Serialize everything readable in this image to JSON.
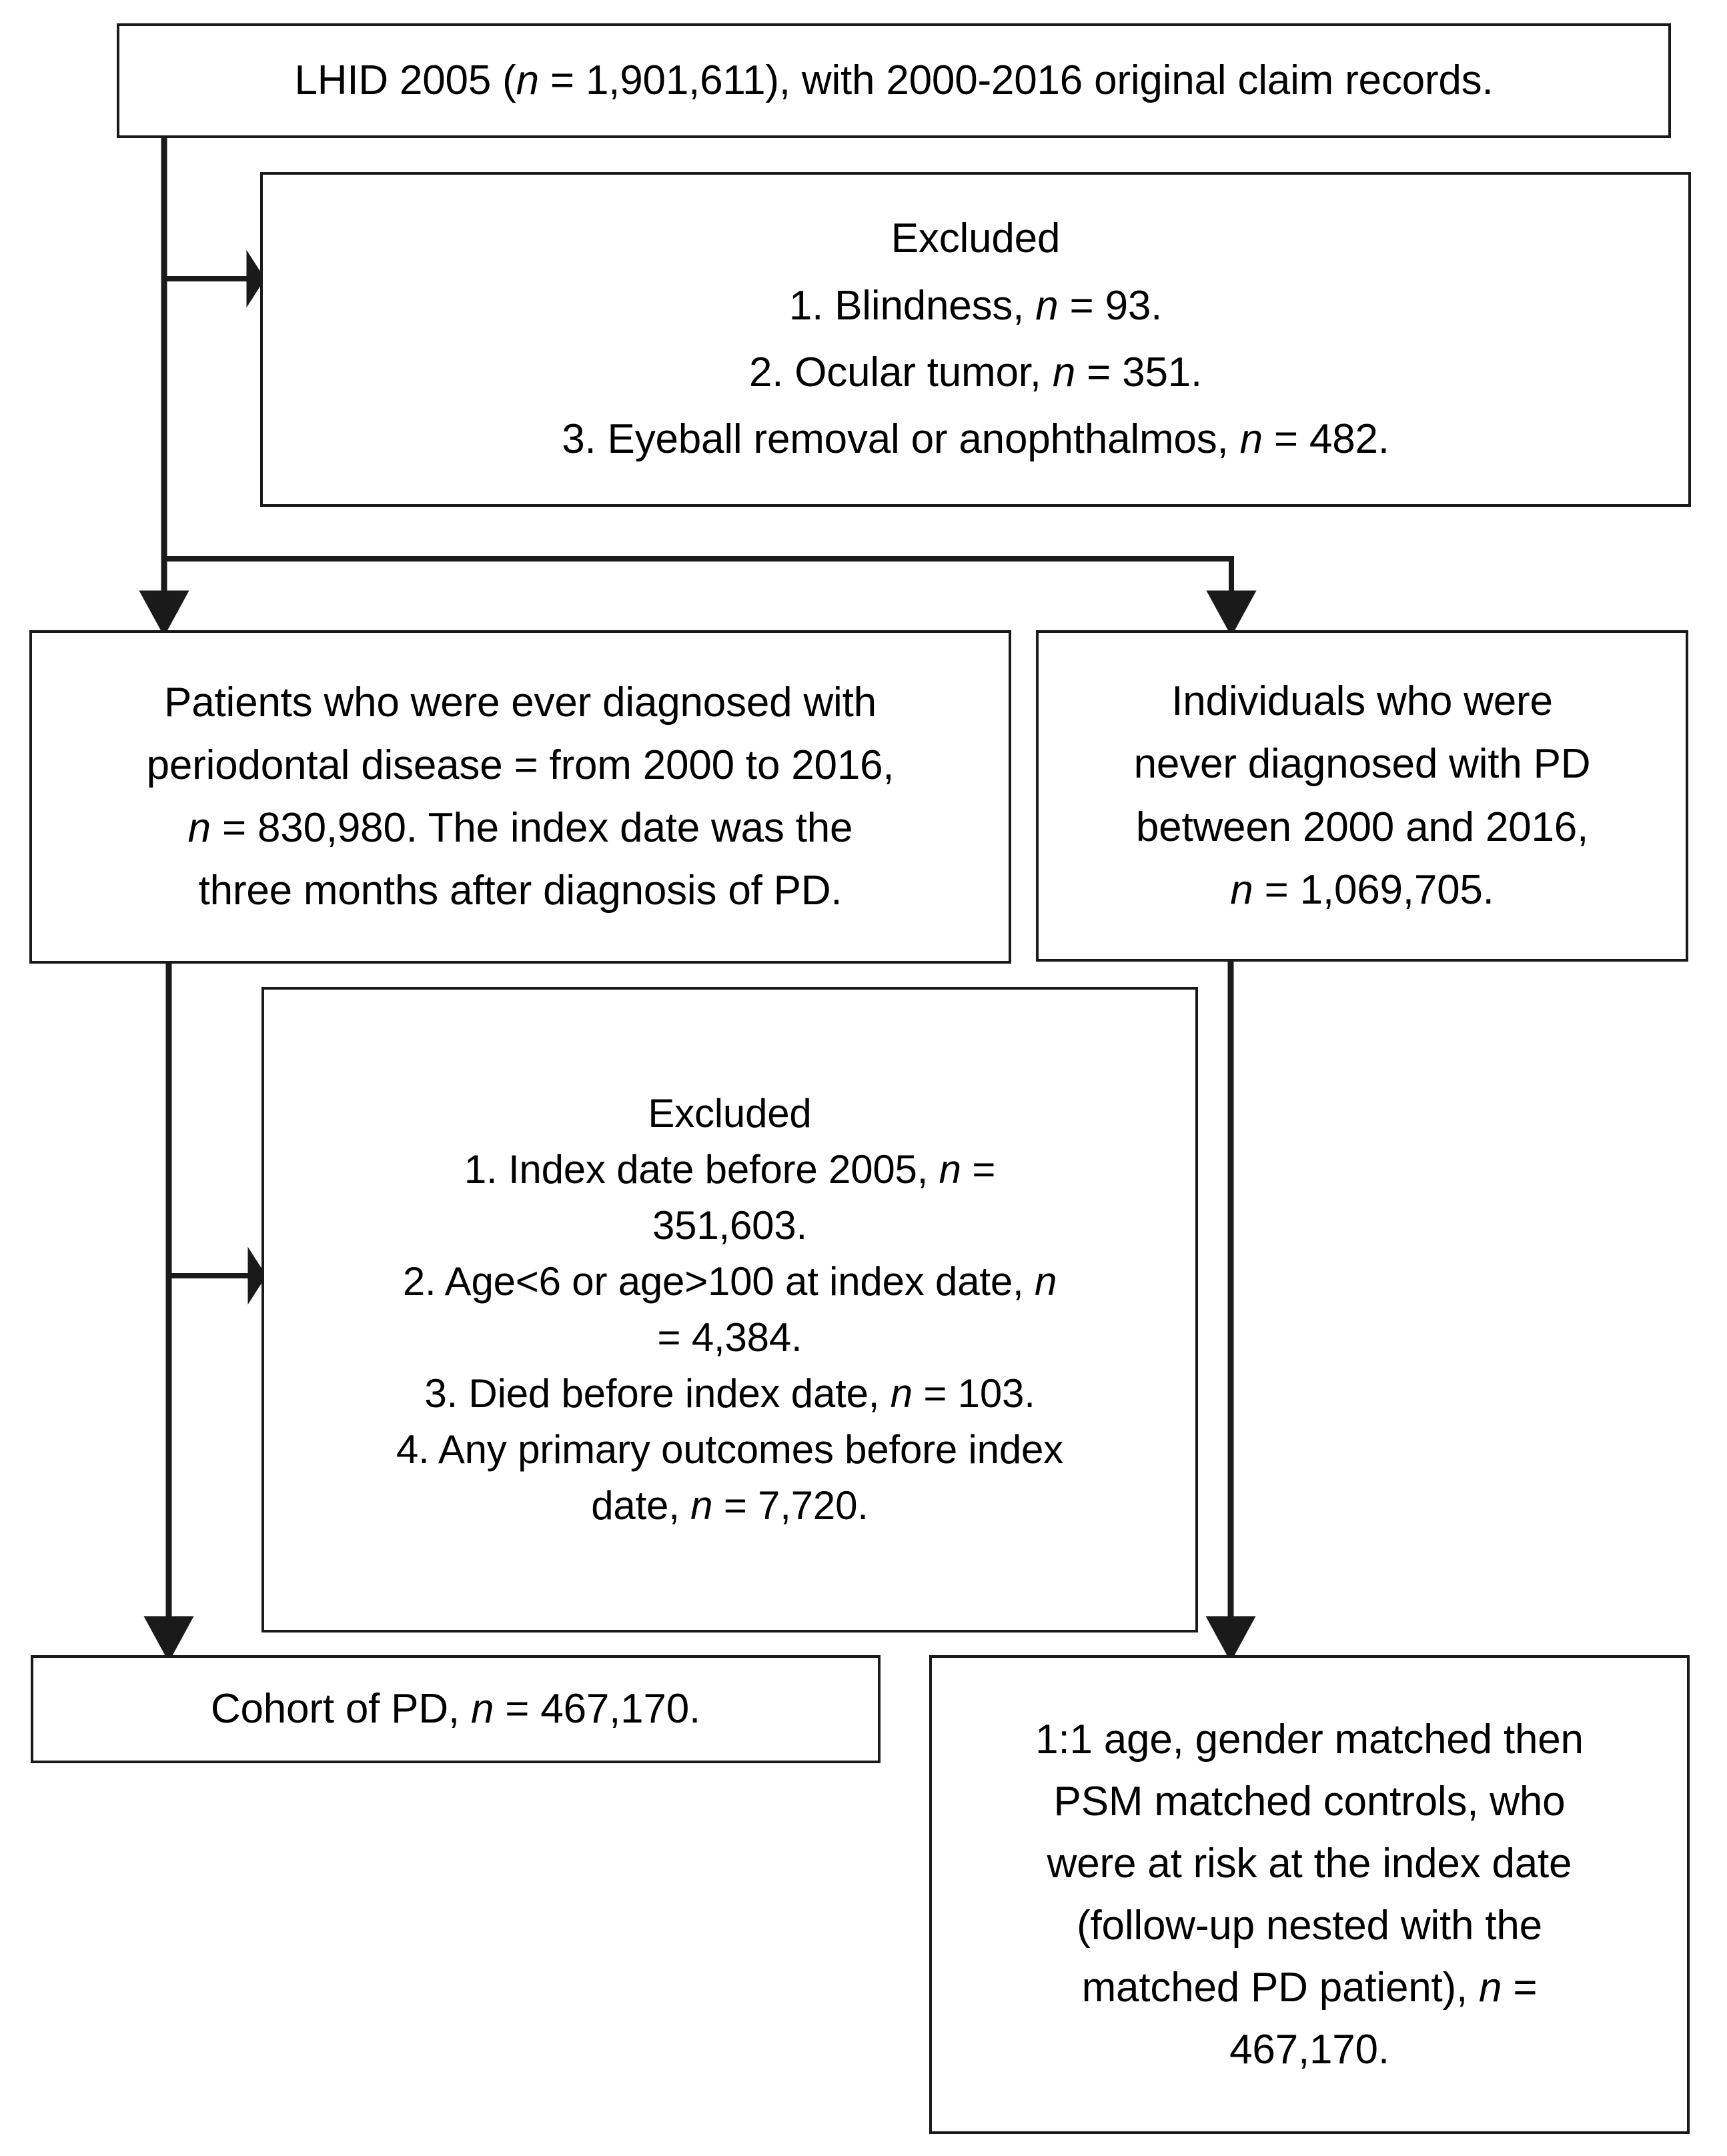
{
  "diagram": {
    "type": "flowchart",
    "title": "Study cohort selection flow diagram",
    "stroke_color": "#1a1a1a",
    "background_color": "#ffffff",
    "nodes": {
      "source": {
        "label": "LHID 2005 (n = 1,901,611), with 2000-2016 original claim records."
      },
      "excluded_1": {
        "heading": "Excluded",
        "items": [
          "1.  Blindness, n = 93.",
          "2.  Ocular tumor, n = 351.",
          "3.  Eyeball removal or anophthalmos, n = 482."
        ],
        "label": "Excluded\n1.  Blindness, n = 93.\n2.  Ocular tumor, n = 351.\n3.  Eyeball removal or anophthalmos, n = 482."
      },
      "pd_cohort": {
        "label": "Patients who were ever diagnosed with\nperiodontal disease = from 2000 to 2016,\nn = 830,980. The index date was the\nthree months after diagnosis of PD."
      },
      "no_pd": {
        "label": "Individuals who were\nnever diagnosed with PD\nbetween 2000 and 2016,\nn = 1,069,705."
      },
      "excluded_2": {
        "heading": "Excluded",
        "items": [
          "1. Index date before 2005, n = 351,603.",
          "2. Age<6 or age>100 at index date, n = 4,384.",
          "3. Died before index date, n = 103.",
          "4. Any primary outcomes before index date, n = 7,720."
        ],
        "label": "Excluded\n1. Index date before 2005, n =\n351,603.\n2. Age<6 or age>100 at index date, n\n= 4,384.\n3. Died before index date, n = 103.\n4. Any primary outcomes before index\ndate, n = 7,720."
      },
      "final_pd": {
        "label": "Cohort of PD, n = 467,170."
      },
      "final_controls": {
        "label": "1:1 age, gender matched then\nPSM matched controls, who\nwere at risk at the index date\n(follow-up nested with the\nmatched PD patient), n =\n467,170."
      }
    },
    "counts": {
      "lhid_total": "1,901,611",
      "blindness": "93",
      "ocular_tumor": "351",
      "eyeball_removal": "482",
      "pd_ever": "830,980",
      "never_pd": "1,069,705",
      "index_before_2005": "351,603",
      "age_out_of_range": "4,384",
      "died_before_index": "103",
      "outcome_before_index": "7,720",
      "final_pd_cohort": "467,170",
      "final_matched_controls": "467,170"
    },
    "connectors": [
      {
        "name": "source-to-excluded-1",
        "from": "source",
        "to": "excluded_1",
        "style": "elbow-right-arrow"
      },
      {
        "name": "source-to-pd-cohort",
        "from": "source",
        "to": "pd_cohort",
        "style": "vertical-arrow"
      },
      {
        "name": "source-to-no-pd",
        "from": "source",
        "to": "no_pd",
        "style": "elbow-right-down-arrow"
      },
      {
        "name": "pd-cohort-to-excluded-2",
        "from": "pd_cohort",
        "to": "excluded_2",
        "style": "elbow-right-arrow"
      },
      {
        "name": "pd-cohort-to-final-pd",
        "from": "pd_cohort",
        "to": "final_pd",
        "style": "vertical-arrow"
      },
      {
        "name": "no-pd-to-final-controls",
        "from": "no_pd",
        "to": "final_controls",
        "style": "vertical-arrow"
      }
    ]
  }
}
